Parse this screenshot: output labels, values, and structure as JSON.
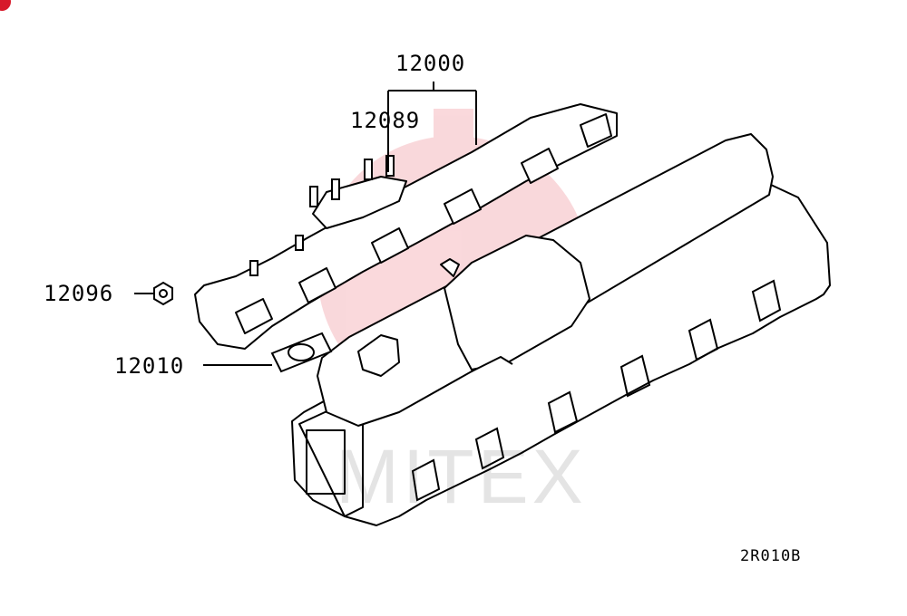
{
  "callouts": [
    {
      "part_no": "12000"
    },
    {
      "part_no": "12089"
    },
    {
      "part_no": "12096"
    },
    {
      "part_no": "12010"
    }
  ],
  "drawing_code": "2R010B",
  "watermark": {
    "text": "MITEX",
    "color": "#d7192a"
  },
  "icons": {
    "corner": "brand-dot-icon"
  }
}
